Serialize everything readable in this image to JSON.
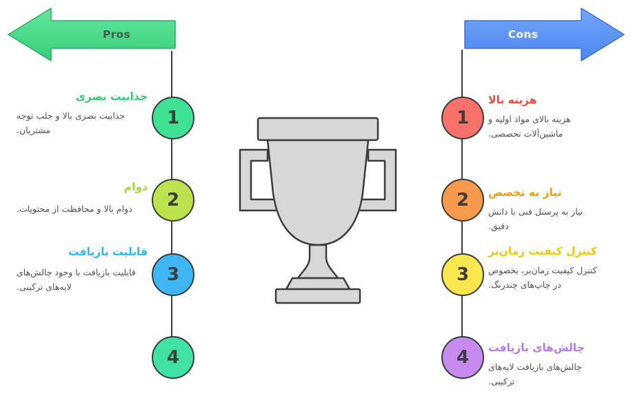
{
  "pros": {
    "arrow_label": "Pros",
    "arrow_label_color": "#3f5f4d",
    "arrow_fill_start": "#63e79d",
    "arrow_fill_end": "#38cd78",
    "arrow_stroke": "#2fa868",
    "items": [
      {
        "number": "1",
        "circle_color": "#3fe295",
        "title": "جذابیت بصری",
        "title_color": "#2ecc71",
        "description": "جذابیت بصری بالا و جلب توجه مشتریان."
      },
      {
        "number": "2",
        "circle_color": "#bce24e",
        "title": "دوام",
        "title_color": "#a6d53b",
        "description": "دوام بالا و محافظت از محتویات."
      },
      {
        "number": "3",
        "circle_color": "#41b6f6",
        "title": "قابلیت بازیافت",
        "title_color": "#29b6f6",
        "description": "قابلیت بازیافت با وجود چالش‌های لایه‌های ترکیبی."
      },
      {
        "number": "4",
        "circle_color": "#3fe2a2",
        "title": "",
        "description": ""
      }
    ]
  },
  "cons": {
    "arrow_label": "Cons",
    "arrow_label_color": "#ffffff",
    "arrow_fill_start": "#74a7fb",
    "arrow_fill_end": "#4b85ee",
    "arrow_stroke": "#3a6fd8",
    "items": [
      {
        "number": "1",
        "circle_color": "#f8716b",
        "title": "هزینه بالا",
        "title_color": "#e84c3d",
        "description": "هزینه بالای مواد اولیه و ماشین‌آلات تخصصی."
      },
      {
        "number": "2",
        "circle_color": "#f79a4d",
        "title": "نیاز به تخصص",
        "title_color": "#f39c12",
        "description": "نیاز به پرسنل فنی با دانش دقیق."
      },
      {
        "number": "3",
        "circle_color": "#f9e74e",
        "title": "کنترل کیفیت زمان‌بر",
        "title_color": "#f2c40e",
        "description": "کنترل کیفیت زمان‌بر، بخصوص در چاپ‌های چندرنگ."
      },
      {
        "number": "4",
        "circle_color": "#c78bef",
        "title": "چالش‌های بازیافت",
        "title_color": "#b878e8",
        "description": "چالش‌های بازیافت لایه‌های ترکیبی."
      }
    ]
  },
  "center_icon": "trophy",
  "trophy_fill": "#d7d7d7",
  "trophy_stroke": "#3a3a3a",
  "connector_color": "#3a3a3a"
}
